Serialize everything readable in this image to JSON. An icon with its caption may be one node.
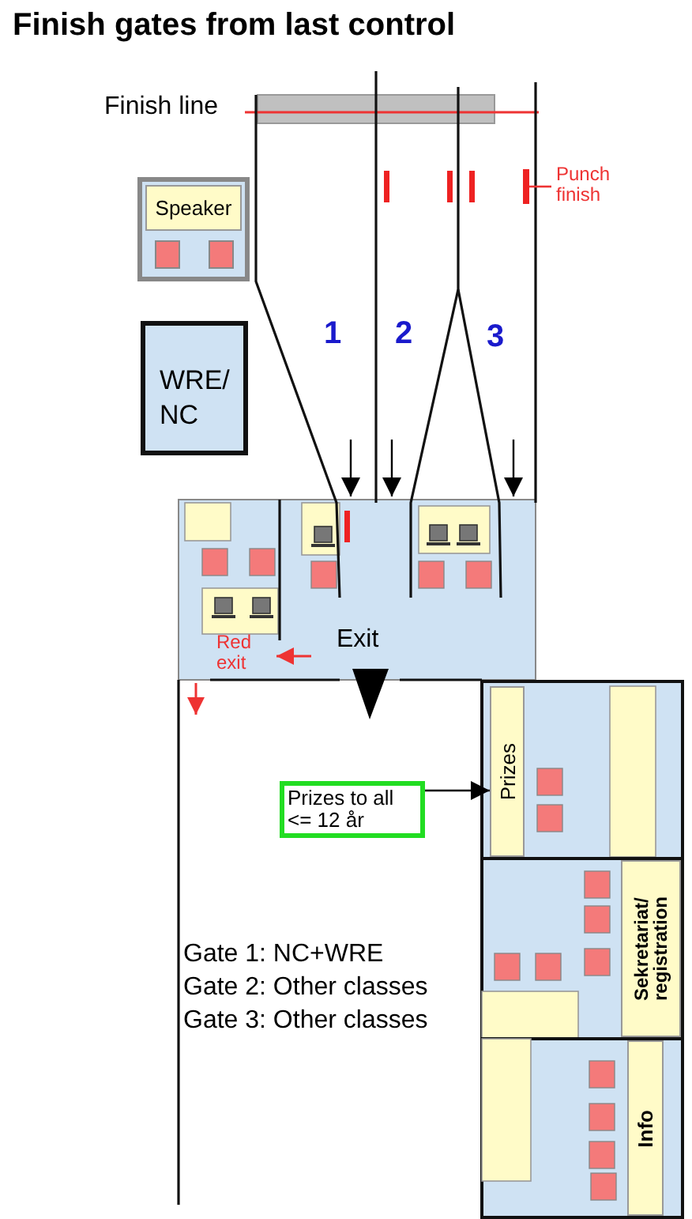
{
  "diagram": {
    "title": "Finish gates from last control",
    "nodes": [
      {
        "text": [
          "Speaker"
        ]
      },
      {
        "text": [
          "WRE/ NC"
        ]
      },
      {
        "text": [
          "Prizes"
        ]
      },
      {
        "text": [
          "Prizes to all <= 12 år"
        ]
      },
      {
        "text": [
          "Sekretariat/ registration"
        ]
      },
      {
        "text": [
          "Info"
        ]
      },
      {
        "text": [
          "Punch finish"
        ]
      },
      {
        "text": [],
        "shape": "bar"
      }
    ],
    "edges": [
      {
        "from": 3,
        "to": 2,
        "arrow": "to"
      },
      {
        "from": 6,
        "to": 7,
        "arrow": "none",
        "color": "#ee3333"
      }
    ],
    "labels": [
      "Finish line",
      "1",
      "2",
      "3",
      "Exit",
      "Red exit",
      "Gate 1: NC+WRE",
      "Gate 2: Other classes",
      "Gate 3: Other classes"
    ]
  }
}
